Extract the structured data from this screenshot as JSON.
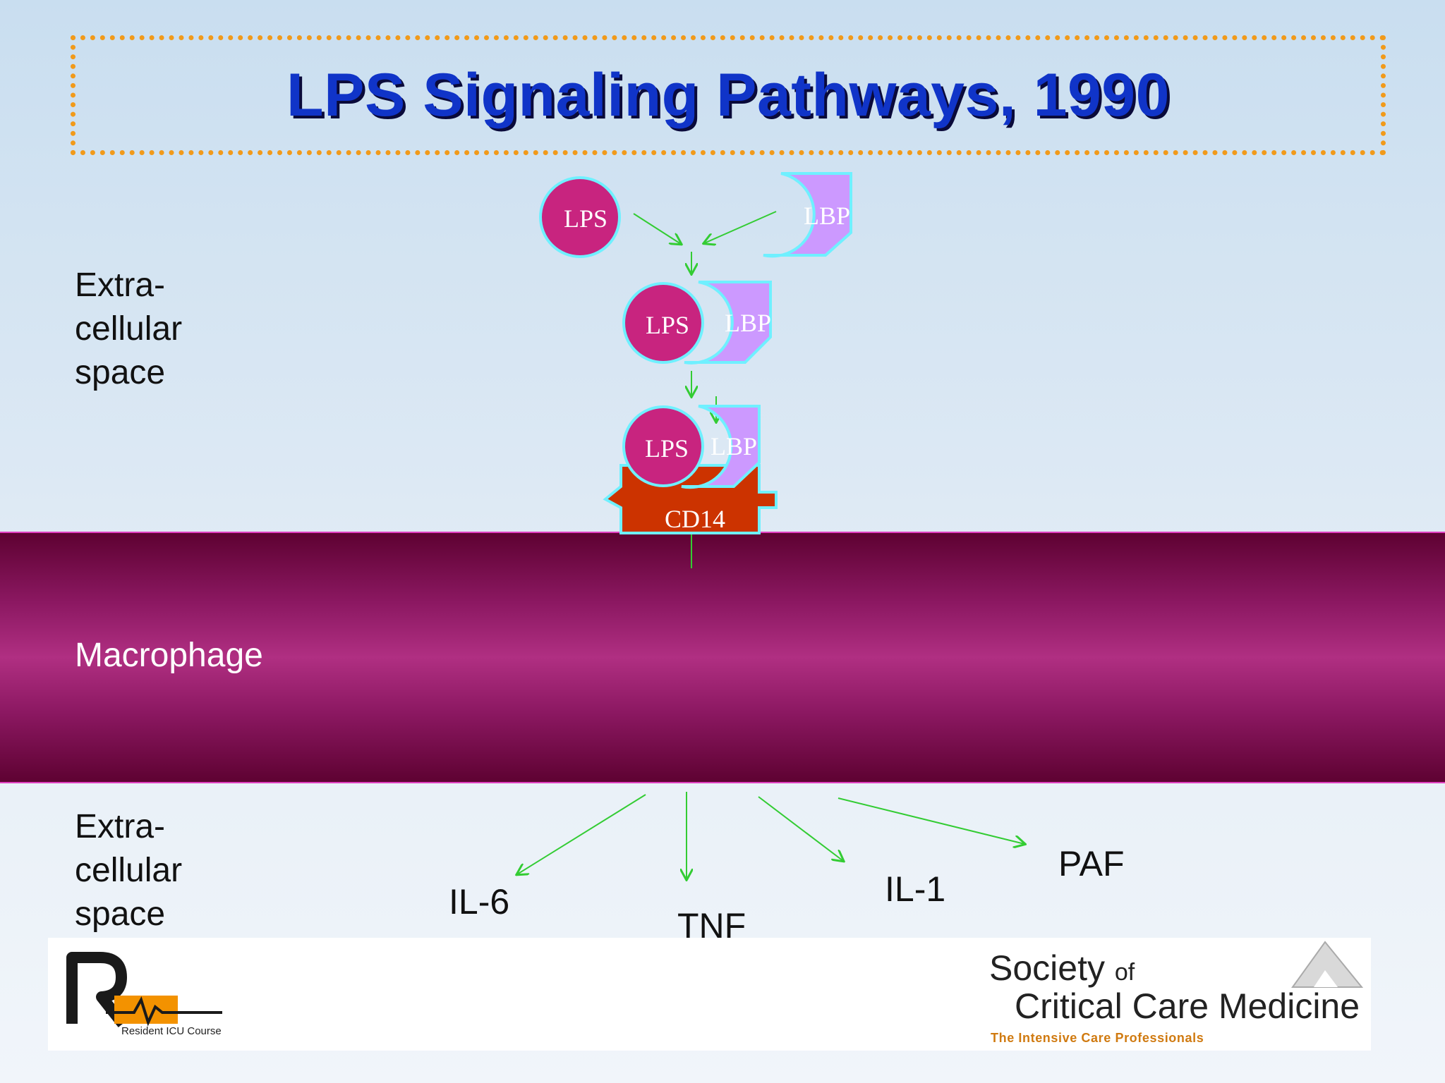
{
  "title": "LPS Signaling Pathways, 1990",
  "regions": {
    "extracellular_top": [
      "Extra-",
      "cellular",
      "space"
    ],
    "macrophage": "Macrophage",
    "extracellular_bottom": [
      "Extra-",
      "cellular",
      "space"
    ]
  },
  "molecules": {
    "lps": "LPS",
    "lbp": "LBP",
    "cd14": "CD14"
  },
  "cytokines": {
    "il6": "IL-6",
    "tnf": "TNF",
    "il1": "IL-1",
    "paf": "PAF"
  },
  "logos": {
    "ricu_sub": "Resident ICU Course",
    "sccm_society": "Society",
    "sccm_of": "of",
    "sccm_name": "Critical Care Medicine",
    "sccm_tagline": "The Intensive Care Professionals"
  },
  "colors": {
    "title_blue": "#1034c8",
    "title_border": "#f19a1a",
    "lps_fill": "#c8247f",
    "lbp_fill": "#cc99ff",
    "cd14_fill": "#cc3300",
    "outline_cyan": "#6ff0ff",
    "arrow_green": "#33cc33",
    "membrane": "#8c1862"
  }
}
